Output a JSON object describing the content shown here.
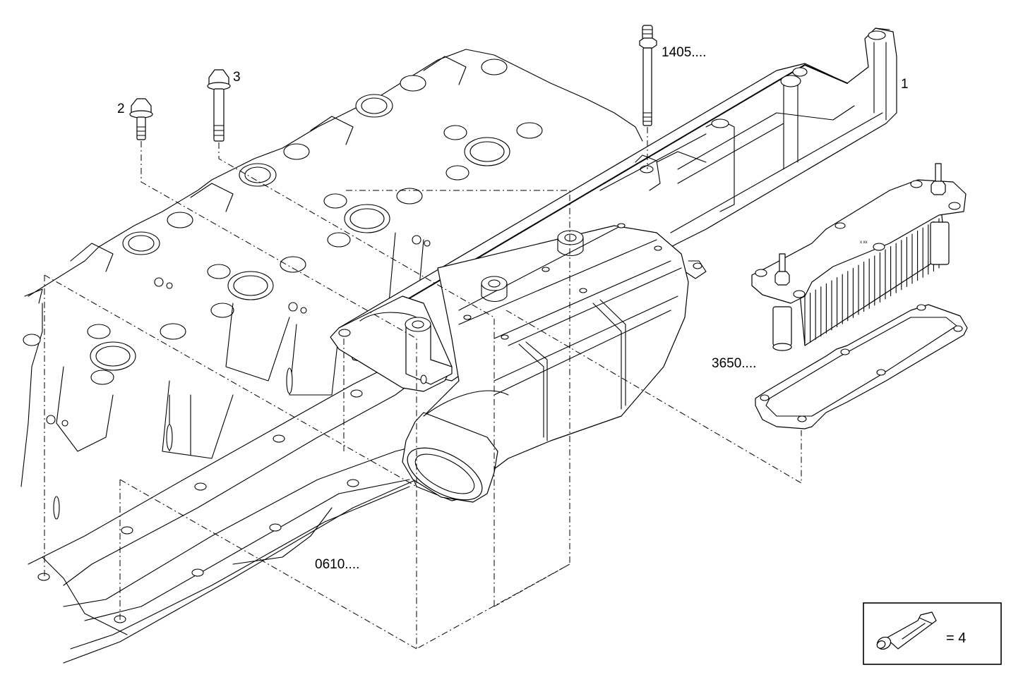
{
  "diagram": {
    "type": "exploded-parts-diagram",
    "subject": "Intake manifold and oil cooler assembly on cylinder head",
    "colors": {
      "line": "#000000",
      "background": "#ffffff"
    },
    "callouts": [
      {
        "id": "manifold",
        "label": "1"
      },
      {
        "id": "short-bolt",
        "label": "2"
      },
      {
        "id": "long-bolt",
        "label": "3"
      },
      {
        "id": "stud",
        "label": "1405...."
      },
      {
        "id": "oil-cooler",
        "label": "3650...."
      },
      {
        "id": "cylinder-head",
        "label": "0610...."
      }
    ],
    "legend": {
      "icon": "sealant-tube-icon",
      "text": "= 4"
    }
  }
}
